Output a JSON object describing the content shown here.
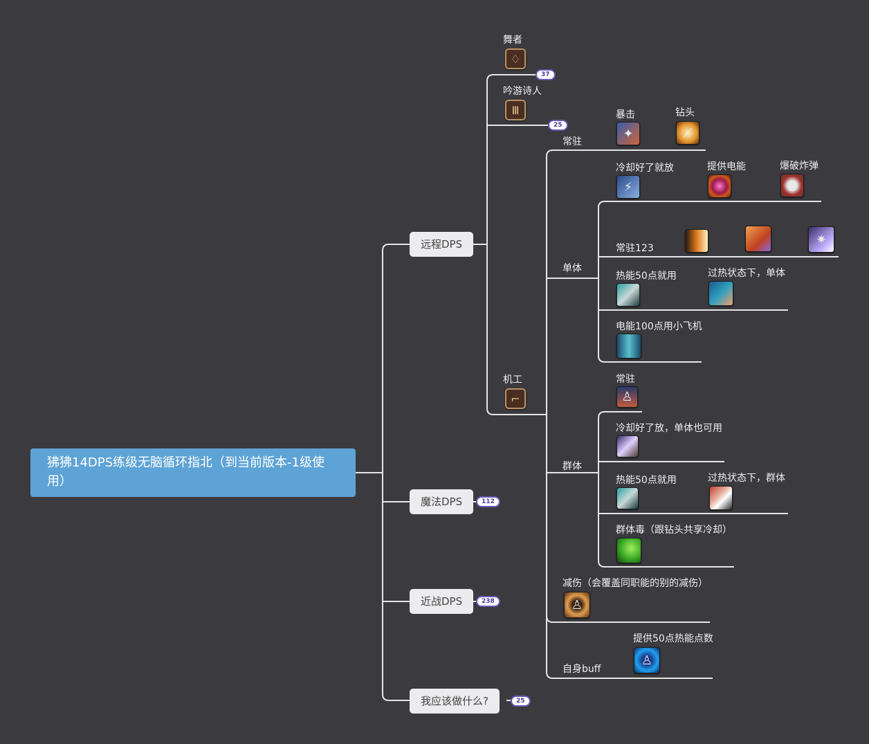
{
  "root": {
    "title": "狒狒14DPS练级无脑循环指北（到当前版本-1级使用）"
  },
  "branches": [
    {
      "label": "远程DPS",
      "badge": null
    },
    {
      "label": "魔法DPS",
      "badge": "112"
    },
    {
      "label": "近战DPS",
      "badge": "238"
    },
    {
      "label": "我应该做什么?",
      "badge": "25"
    }
  ],
  "ranged_jobs": [
    {
      "label": "舞者",
      "icon": "dancer-job-icon",
      "badge": "37"
    },
    {
      "label": "吟游诗人",
      "icon": "bard-job-icon",
      "badge": "25"
    },
    {
      "label": "机工",
      "icon": "machinist-job-icon",
      "badge": null
    }
  ],
  "machinist": {
    "permanent": {
      "label": "常驻",
      "skills": [
        {
          "label": "暴击",
          "icon": "critical-skill-icon"
        },
        {
          "label": "钻头",
          "icon": "drill-skill-icon"
        }
      ]
    },
    "single": {
      "label": "单体",
      "groups": [
        {
          "skills": [
            {
              "label": "冷却好了就放",
              "icon": "cooldown-skill-icon"
            },
            {
              "label": "提供电能",
              "icon": "battery-skill-icon"
            },
            {
              "label": "爆破炸弹",
              "icon": "bomb-skill-icon"
            }
          ]
        },
        {
          "label": "常驻123",
          "skills": [
            {
              "label": "",
              "icon": "combo1-skill-icon"
            },
            {
              "label": "",
              "icon": "combo2-skill-icon"
            },
            {
              "label": "",
              "icon": "combo3-skill-icon"
            }
          ]
        },
        {
          "skills": [
            {
              "label": "热能50点就用",
              "icon": "heat-skill-icon"
            },
            {
              "label": "过热状态下，单体",
              "icon": "overheat-single-skill-icon"
            }
          ]
        },
        {
          "skills": [
            {
              "label": "电能100点用小飞机",
              "icon": "drone-skill-icon"
            }
          ]
        }
      ]
    },
    "aoe": {
      "label": "群体",
      "groups": [
        {
          "skills": [
            {
              "label": "常驻",
              "icon": "aoe-permanent-skill-icon"
            }
          ]
        },
        {
          "skills": [
            {
              "label": "冷却好了放，单体也可用",
              "icon": "aoe-cooldown-skill-icon"
            }
          ]
        },
        {
          "skills": [
            {
              "label": "热能50点就用",
              "icon": "aoe-heat-skill-icon"
            },
            {
              "label": "过热状态下，群体",
              "icon": "overheat-aoe-skill-icon"
            }
          ]
        },
        {
          "skills": [
            {
              "label": "群体毒（跟钻头共享冷却）",
              "icon": "bioblaster-skill-icon"
            }
          ]
        }
      ]
    },
    "mitigation": {
      "label": "减伤（会覆盖同职能的别的减伤）",
      "icon": "tactician-skill-icon"
    },
    "self_buff": {
      "label": "自身buff",
      "skills": [
        {
          "label": "提供50点热能点数",
          "icon": "reassemble-skill-icon"
        }
      ]
    }
  }
}
